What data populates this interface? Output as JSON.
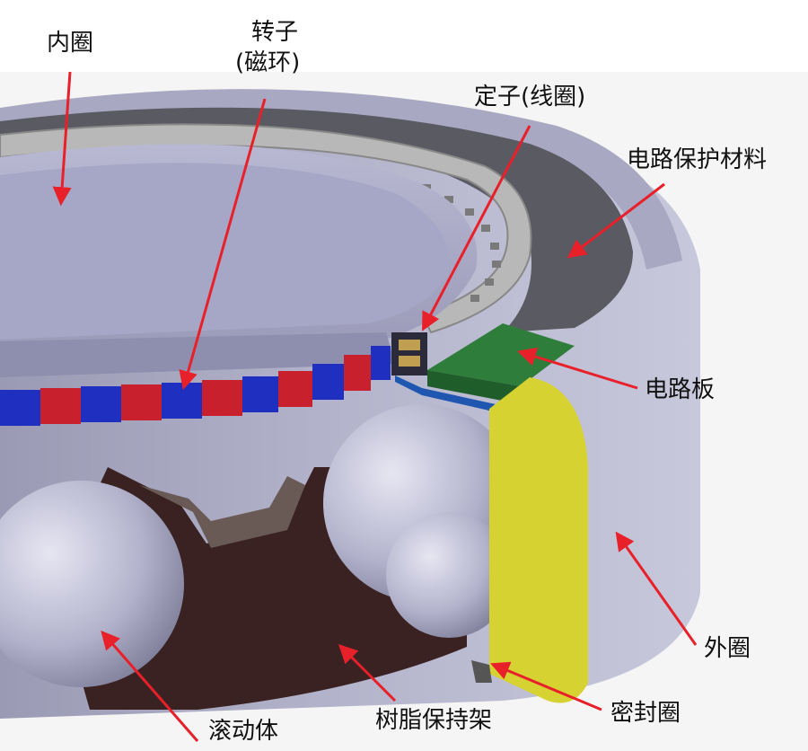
{
  "labels": {
    "inner_ring": "内圈",
    "rotor_line1": "转子",
    "rotor_line2": "(磁环)",
    "stator": "定子(线圈)",
    "protect_material": "电路保护材料",
    "circuit_board": "电路板",
    "outer_ring": "外圈",
    "seal_ring": "密封圈",
    "resin_cage": "树脂保持架",
    "rolling_body": "滚动体"
  },
  "colors": {
    "arrow": "#e8202a",
    "magnet_red": "#c8202c",
    "magnet_blue": "#1f2fc0",
    "pcb_green": "#2e7d3a",
    "seal_yellow": "#d6d232",
    "cage_brown": "#3a2222",
    "metal_light": "#c6c6dc",
    "metal_dark": "#5a5a66"
  }
}
